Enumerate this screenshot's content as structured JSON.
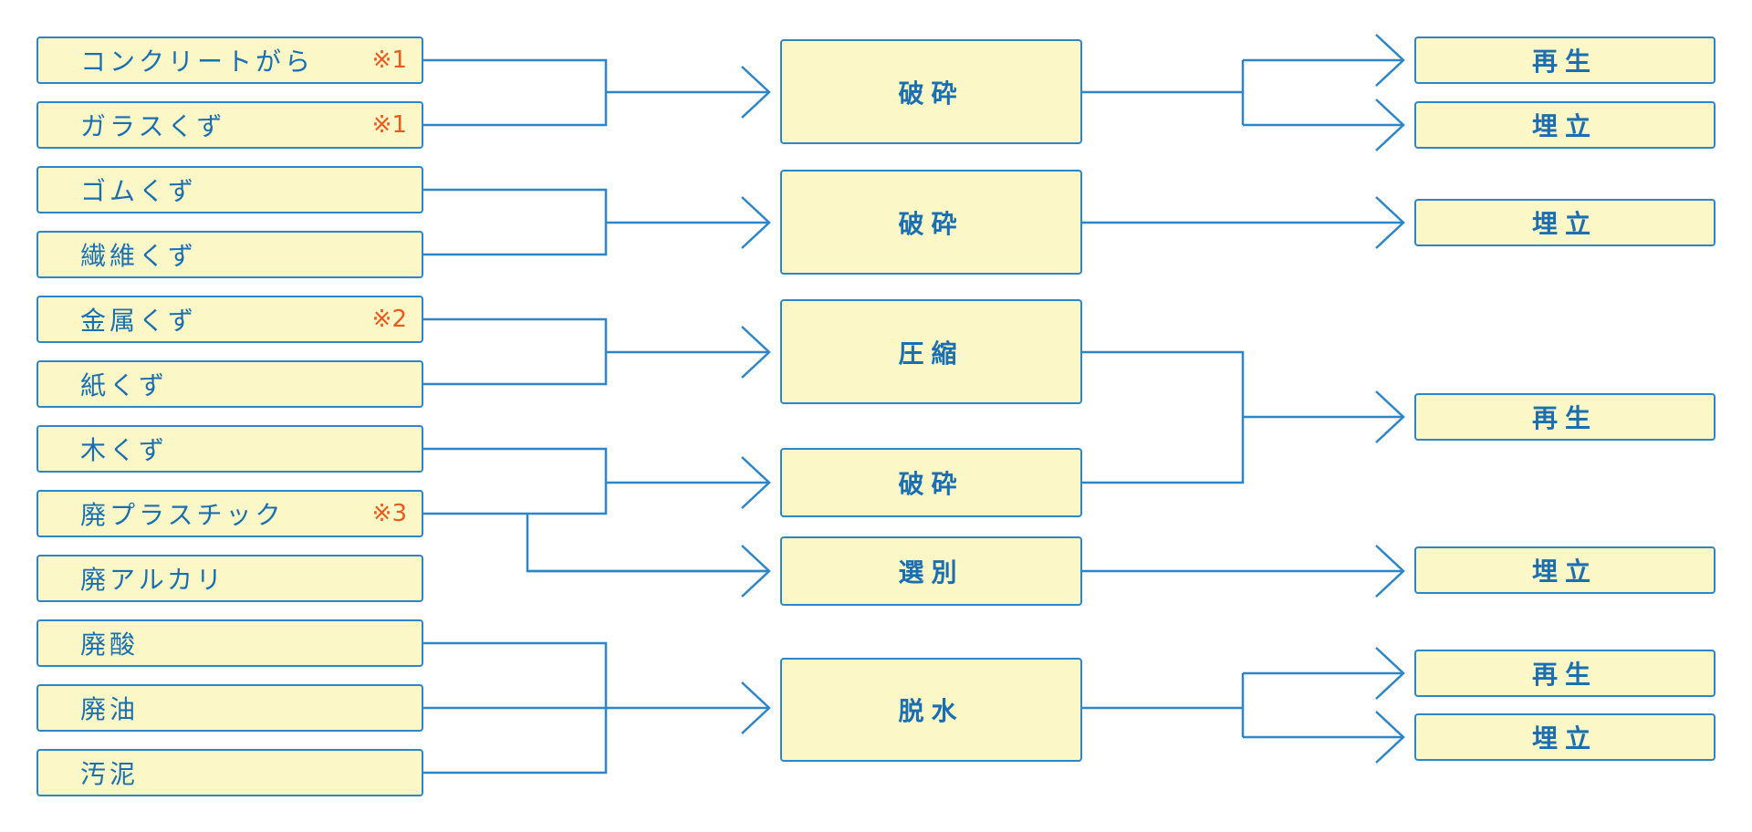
{
  "colors": {
    "line": "#2f86c6",
    "box_fill": "#fbf7c6",
    "text": "#1b6fb1",
    "note": "#e85a1d"
  },
  "wastes": [
    {
      "label": "コンクリートがら",
      "note": "※1"
    },
    {
      "label": "ガラスくず",
      "note": "※1"
    },
    {
      "label": "ゴムくず",
      "note": ""
    },
    {
      "label": "繊維くず",
      "note": ""
    },
    {
      "label": "金属くず",
      "note": "※2"
    },
    {
      "label": "紙くず",
      "note": ""
    },
    {
      "label": "木くず",
      "note": ""
    },
    {
      "label": "廃プラスチック",
      "note": "※3"
    },
    {
      "label": "廃アルカリ",
      "note": ""
    },
    {
      "label": "廃酸",
      "note": ""
    },
    {
      "label": "廃油",
      "note": ""
    },
    {
      "label": "汚泥",
      "note": ""
    }
  ],
  "processes": [
    {
      "label": "破砕"
    },
    {
      "label": "破砕"
    },
    {
      "label": "圧縮"
    },
    {
      "label": "破砕"
    },
    {
      "label": "選別"
    },
    {
      "label": "脱水"
    }
  ],
  "results": [
    {
      "label": "再生"
    },
    {
      "label": "埋立"
    },
    {
      "label": "埋立"
    },
    {
      "label": "再生"
    },
    {
      "label": "埋立"
    },
    {
      "label": "再生"
    },
    {
      "label": "埋立"
    }
  ]
}
